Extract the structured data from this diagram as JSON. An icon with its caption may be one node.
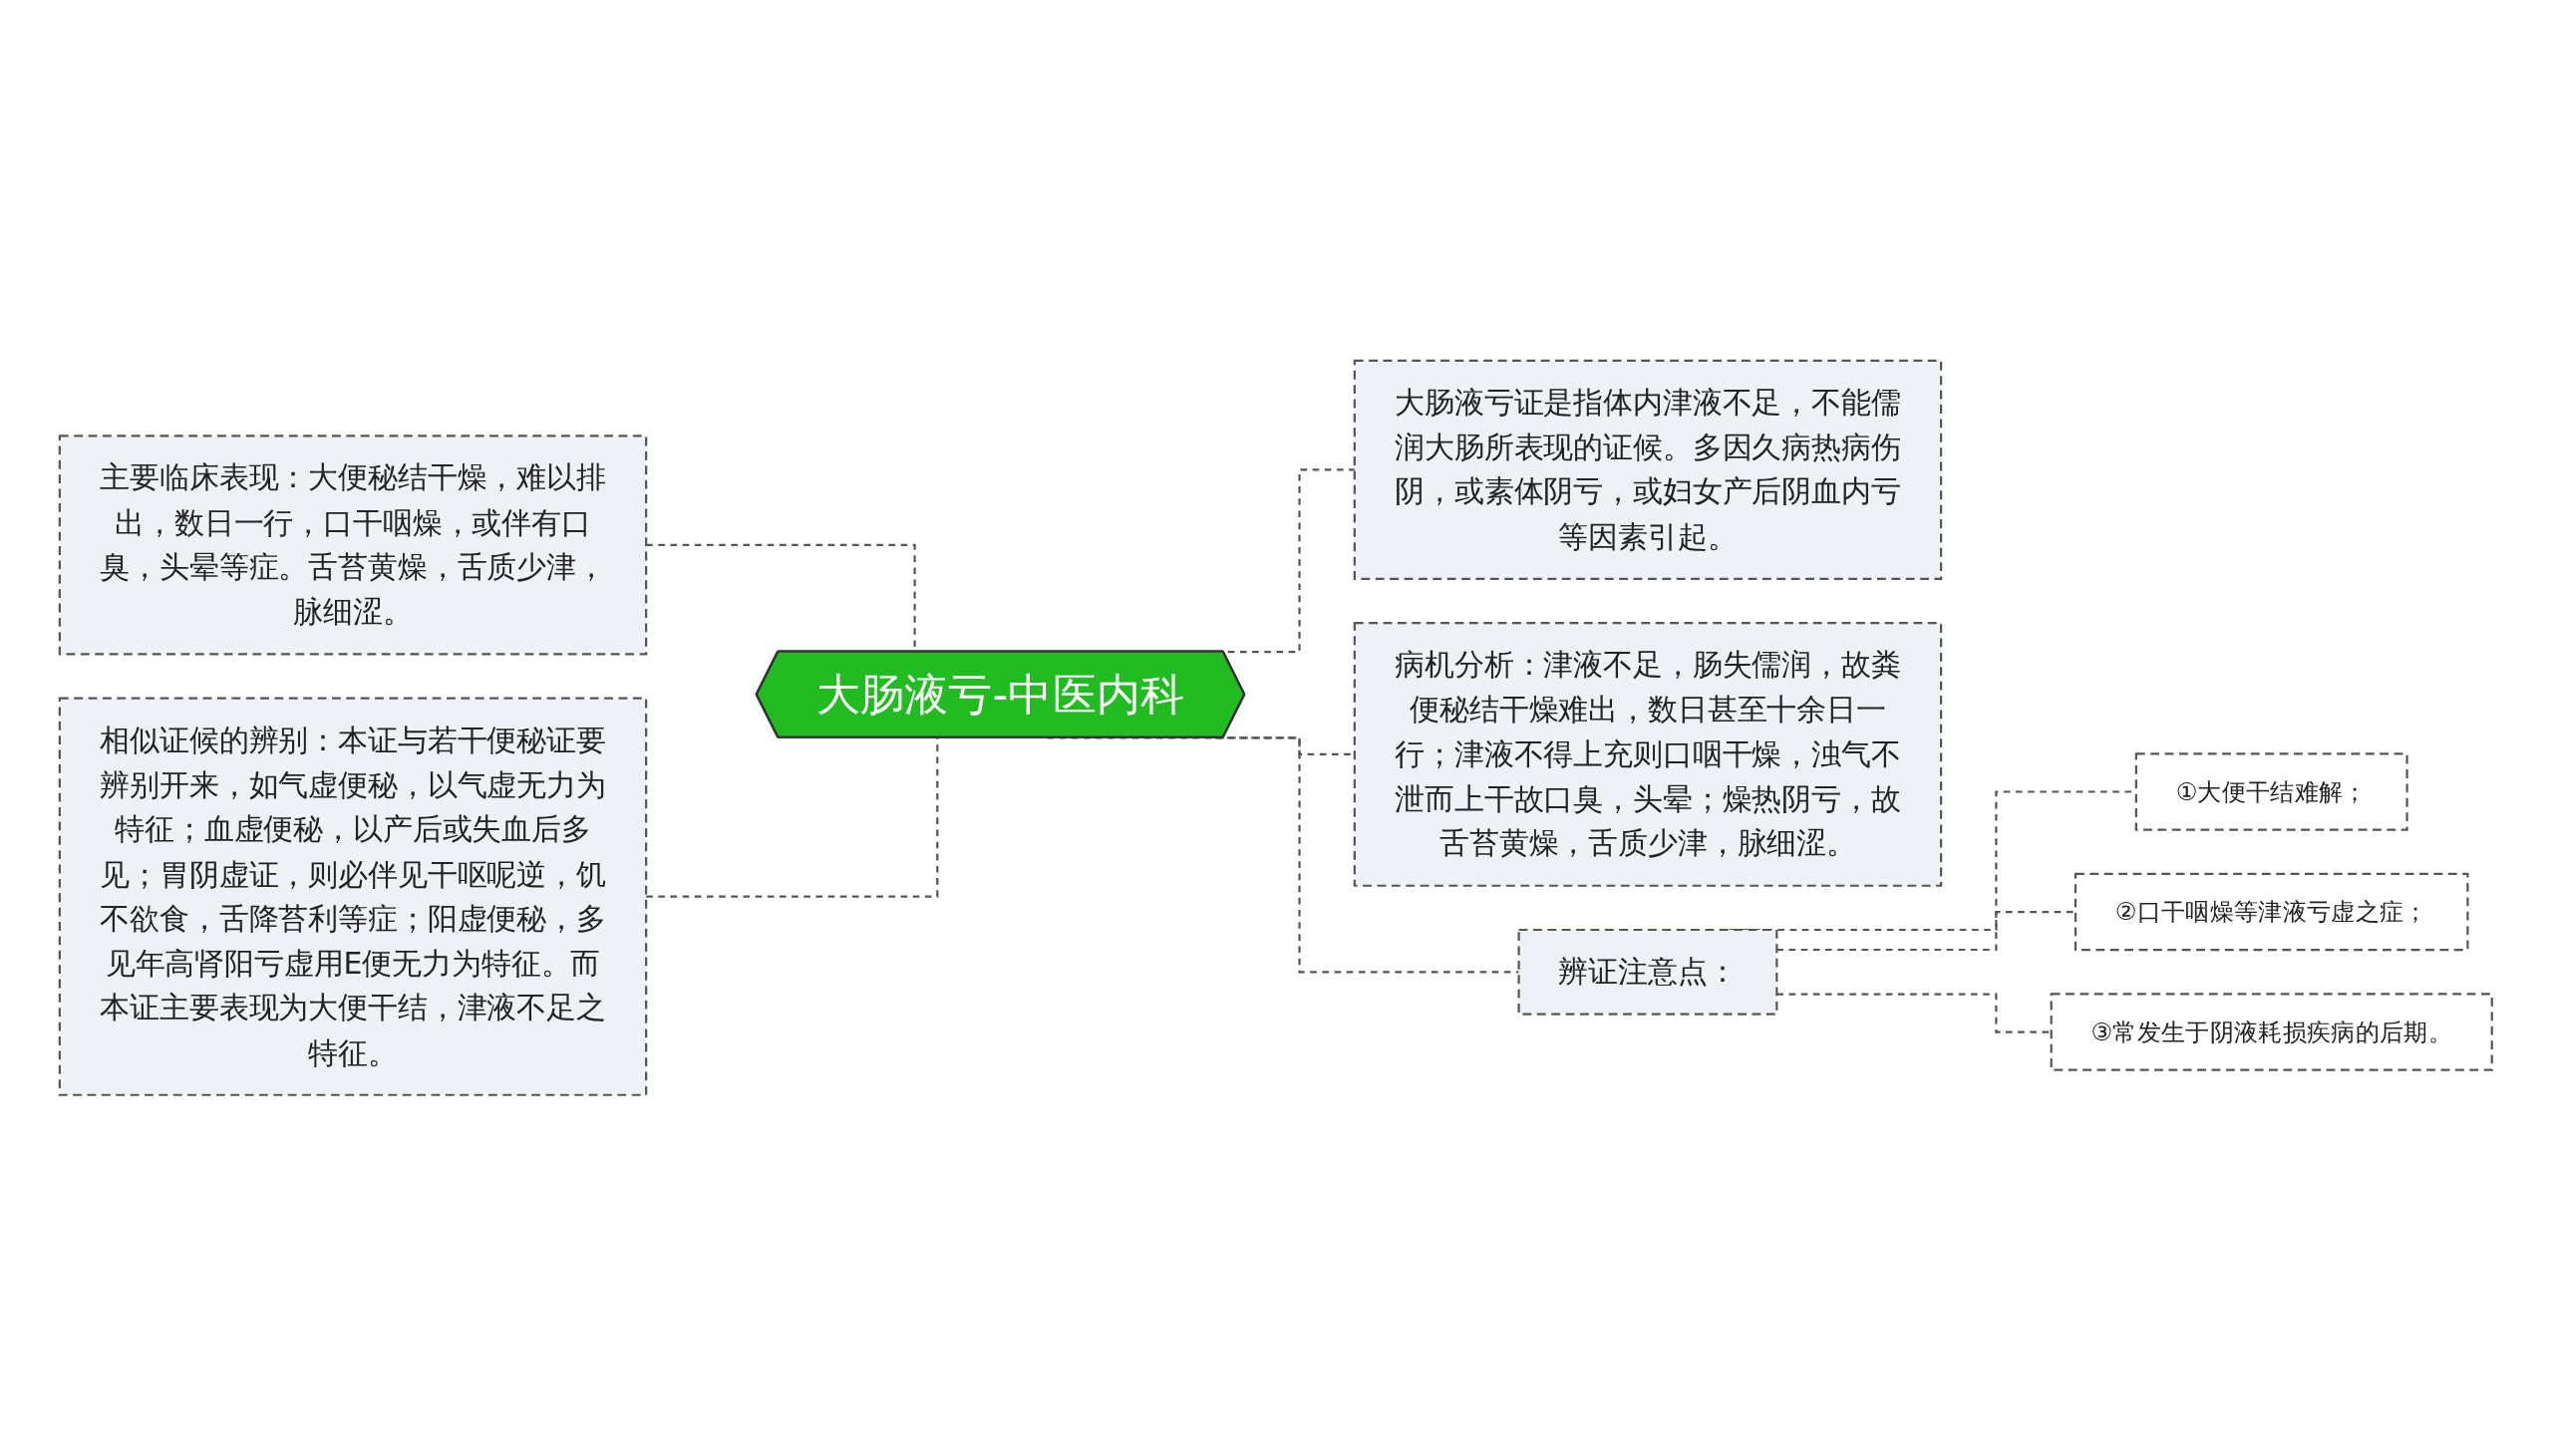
{
  "diagram": {
    "nodes": [
      {
        "text": [
          "大肠液亏-中医内科"
        ]
      },
      {
        "text": [
          "主要临床表现：大便秘结干燥，难以排出，数日一行，口干咽燥，或伴有口臭，头晕等症。舌苔黄燥，舌质少津，脉细涩。"
        ]
      },
      {
        "text": [
          "相似证候的辨别：本证与若干便秘证要辨别开来，如气虚便秘，以气虚无力为特征；血虚便秘，以产后或失血后多见；胃阴虚证，则必伴见干呕呢逆，饥不欲食，舌降苔利等症；阳虚便秘，多见年高肾阳亏虚用E便无力为特征。而本证主要表现为大便干结，津液不足之特征。"
        ]
      },
      {
        "text": [
          "大肠液亏证是指体内津液不足，不能儒润大肠所表现的证候。多因久病热病伤阴，或素体阴亏，或妇女产后阴血内亏等因素引起。"
        ]
      },
      {
        "text": [
          "病机分析：津液不足，肠失儒润，故粪便秘结干燥难出，数日甚至十余日一行；津液不得上充则口咽干燥，浊气不泄而上干故口臭，头晕；燥热阴亏，故舌苔黄燥，舌质少津，脉细涩。"
        ]
      },
      {
        "text": [
          "辨证注意点："
        ]
      },
      {
        "text": [
          "①大便干结难解；"
        ]
      },
      {
        "text": [
          "②口干咽燥等津液亏虚之症；"
        ]
      },
      {
        "text": [
          "③常发生于阴液耗损疾病的后期。"
        ]
      }
    ],
    "edges": [
      {
        "from": 0,
        "to": 1,
        "arrow": "none",
        "style": "dashed"
      },
      {
        "from": 0,
        "to": 2,
        "arrow": "none",
        "style": "dashed"
      },
      {
        "from": 0,
        "to": 3,
        "arrow": "none",
        "style": "dashed"
      },
      {
        "from": 0,
        "to": 4,
        "arrow": "none",
        "style": "dashed"
      },
      {
        "from": 0,
        "to": 5,
        "arrow": "none",
        "style": "dashed"
      },
      {
        "from": 5,
        "to": 6,
        "arrow": "none",
        "style": "dashed"
      },
      {
        "from": 5,
        "to": 7,
        "arrow": "none",
        "style": "dashed"
      },
      {
        "from": 5,
        "to": 8,
        "arrow": "none",
        "style": "dashed"
      }
    ]
  }
}
